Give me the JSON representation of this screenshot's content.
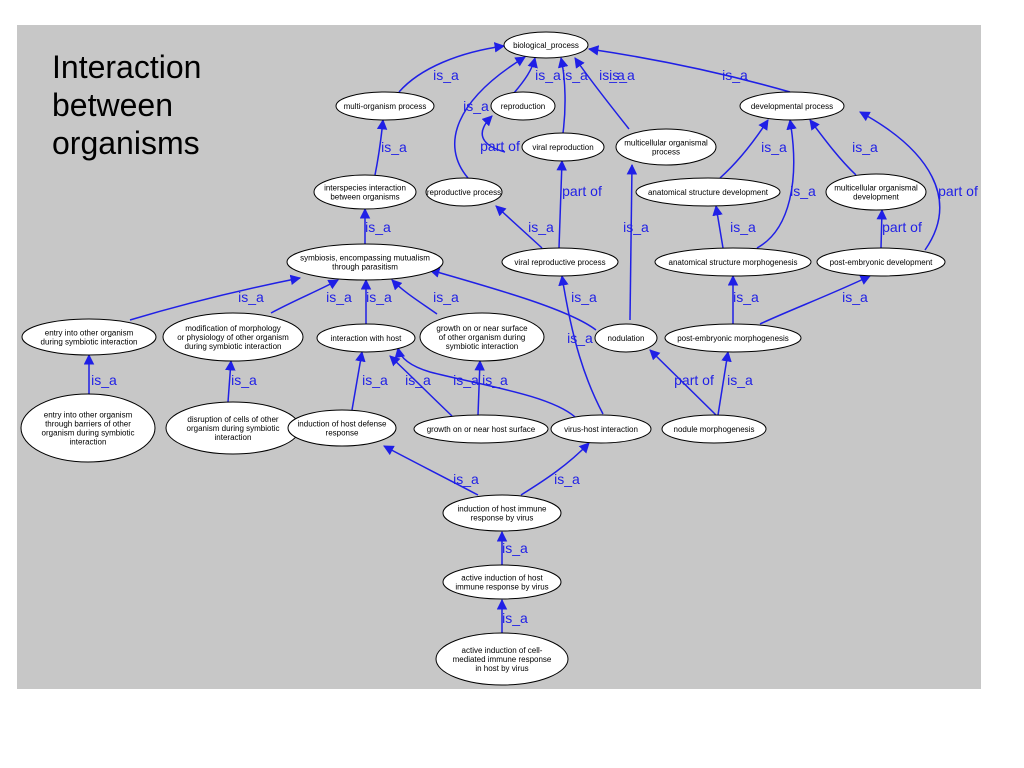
{
  "slide": {
    "title_lines": [
      "Interaction",
      "between",
      "organisms"
    ],
    "edge_color": "#1f1fe6",
    "panel_color": "#c7c7c7"
  },
  "graph": {
    "nodes": [
      {
        "id": "biological-process",
        "lines": [
          "biological_process"
        ]
      },
      {
        "id": "multi-organism-process",
        "lines": [
          "multi-organism process"
        ]
      },
      {
        "id": "reproduction",
        "lines": [
          "reproduction"
        ]
      },
      {
        "id": "viral-reproduction",
        "lines": [
          "viral reproduction"
        ]
      },
      {
        "id": "multicellular-organismal-process",
        "lines": [
          "multicellular organismal",
          "process"
        ]
      },
      {
        "id": "developmental-process",
        "lines": [
          "developmental process"
        ]
      },
      {
        "id": "interspecies-interaction",
        "lines": [
          "interspecies interaction",
          "between organisms"
        ]
      },
      {
        "id": "reproductive-process",
        "lines": [
          "reproductive process"
        ]
      },
      {
        "id": "anatomical-structure-development",
        "lines": [
          "anatomical structure development"
        ]
      },
      {
        "id": "multicellular-organismal-development",
        "lines": [
          "multicellular organismal",
          "development"
        ]
      },
      {
        "id": "symbiosis",
        "lines": [
          "symbiosis, encompassing mutualism",
          "through parasitism"
        ]
      },
      {
        "id": "viral-reproductive-process",
        "lines": [
          "viral reproductive process"
        ]
      },
      {
        "id": "anatomical-structure-morphogenesis",
        "lines": [
          "anatomical structure morphogenesis"
        ]
      },
      {
        "id": "post-embryonic-development",
        "lines": [
          "post-embryonic development"
        ]
      },
      {
        "id": "entry-into-other-organism",
        "lines": [
          "entry into other organism",
          "during symbiotic interaction"
        ]
      },
      {
        "id": "modification-of-morphology",
        "lines": [
          "modification of morphology",
          "or physiology of other organism",
          "during symbiotic interaction"
        ]
      },
      {
        "id": "interaction-with-host",
        "lines": [
          "interaction with host"
        ]
      },
      {
        "id": "growth-on-or-near-surface",
        "lines": [
          "growth on or near surface",
          "of other organism during",
          "symbiotic interaction"
        ]
      },
      {
        "id": "nodulation",
        "lines": [
          "nodulation"
        ]
      },
      {
        "id": "post-embryonic-morphogenesis",
        "lines": [
          "post-embryonic morphogenesis"
        ]
      },
      {
        "id": "entry-through-barriers",
        "lines": [
          "entry into other organism",
          "through barriers of other",
          "organism during symbiotic",
          "interaction"
        ]
      },
      {
        "id": "disruption-of-cells",
        "lines": [
          "disruption of cells of other",
          "organism during symbiotic",
          "interaction"
        ]
      },
      {
        "id": "induction-of-host-defense",
        "lines": [
          "induction of host defense",
          "response"
        ]
      },
      {
        "id": "growth-on-host-surface",
        "lines": [
          "growth on or near host surface"
        ]
      },
      {
        "id": "virus-host-interaction",
        "lines": [
          "virus-host interaction"
        ]
      },
      {
        "id": "nodule-morphogenesis",
        "lines": [
          "nodule morphogenesis"
        ]
      },
      {
        "id": "induction-of-host-immune",
        "lines": [
          "induction of host immune",
          "response by virus"
        ]
      },
      {
        "id": "active-induction-host-immune",
        "lines": [
          "active induction of host",
          "immune response by virus"
        ]
      },
      {
        "id": "active-induction-cell-mediated",
        "lines": [
          "active induction of cell-",
          "mediated immune response",
          "in host by virus"
        ]
      }
    ],
    "edge_labels": [
      "is_a",
      "is_a",
      "is_a",
      "is_a",
      "is_a",
      "is_a",
      "part of",
      "is_a",
      "is_a",
      "is_a",
      "part of",
      "is_a",
      "is_a",
      "is_a",
      "part of",
      "is_a",
      "part of",
      "is_a",
      "is_a",
      "is_a",
      "is_a",
      "is_a",
      "is_a",
      "is_a",
      "is_a",
      "is_a",
      "is_a",
      "is_a",
      "part of",
      "is_a",
      "is_a",
      "is_a",
      "is_a",
      "is_a",
      "is_a",
      "is_a",
      "is_a",
      "is_a",
      "is_a"
    ]
  }
}
